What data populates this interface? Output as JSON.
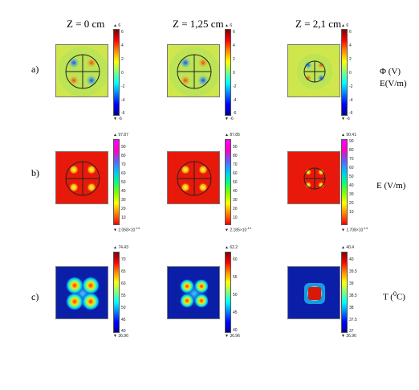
{
  "columns": [
    {
      "title": "Z = 0 cm"
    },
    {
      "title": "Z = 1,25 cm"
    },
    {
      "title": "Z = 2,1 cm"
    }
  ],
  "rows": [
    {
      "label": "a)",
      "right_label_1": "Φ (V)",
      "right_label_2": "E(V/m)",
      "colorbar_ticks": [
        "6",
        "4",
        "2",
        "0",
        "-2",
        "-4",
        "-6"
      ],
      "max_labels": [
        "6",
        "6",
        "6"
      ],
      "min_labels": [
        "-6",
        "-6",
        "-6"
      ]
    },
    {
      "label": "b)",
      "right_label_1": "E (V/m)",
      "colorbar_ticks": [
        "90",
        "80",
        "70",
        "60",
        "50",
        "40",
        "30",
        "20",
        "10"
      ],
      "max_labels": [
        "97.87",
        "87.85",
        "90.41"
      ],
      "min_labels": [
        {
          "base": "2.058×10",
          "exp": "-14"
        },
        {
          "base": "2.185×10",
          "exp": "-14"
        },
        {
          "base": "1.708×10",
          "exp": "-14"
        }
      ]
    },
    {
      "label": "c)",
      "right_label_1": "T (",
      "right_label_sup": "0",
      "right_label_2": "C)",
      "colorbar_ticks_list": [
        [
          "70",
          "65",
          "60",
          "55",
          "50",
          "45",
          "40"
        ],
        [
          "60",
          "55",
          "50",
          "45",
          "40"
        ],
        [
          "40",
          "39.5",
          "39",
          "38.5",
          "38",
          "37.5",
          "37"
        ]
      ],
      "max_labels": [
        "74.43",
        "62.2",
        "40.4"
      ],
      "min_labels": [
        "36.96",
        "36.96",
        "36.96"
      ]
    }
  ],
  "colors": {
    "jet_low": "#00008f",
    "jet_high": "#7f0000",
    "field_bg": "#c9e34a",
    "efield_red": "#e8190a",
    "temp_blue": "#0a1ea8"
  }
}
